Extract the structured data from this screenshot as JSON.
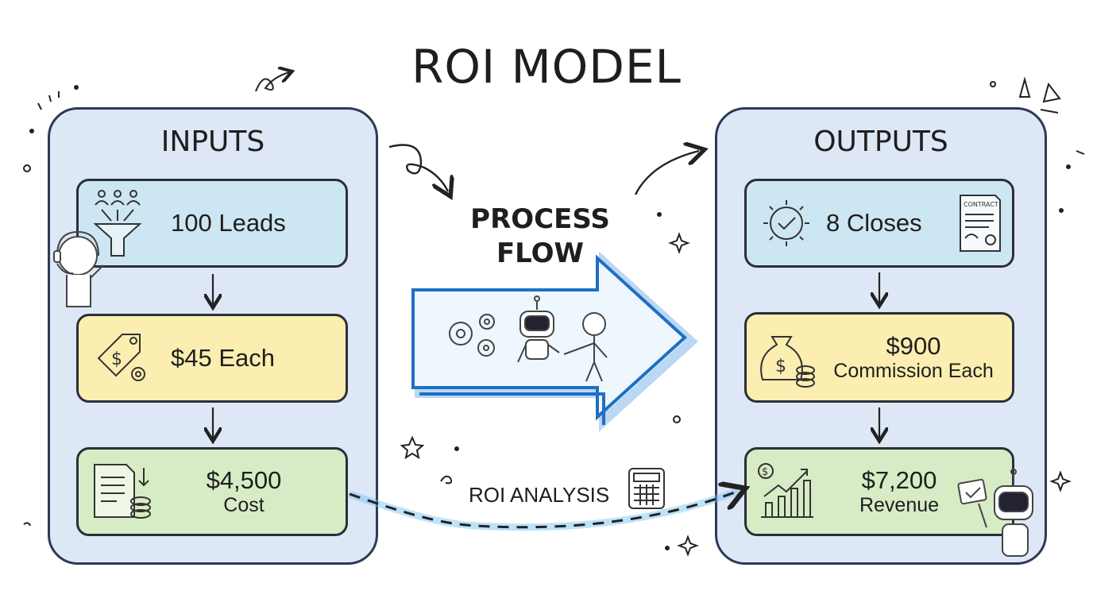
{
  "title": "ROI MODEL",
  "inputs": {
    "heading": "INPUTS",
    "leads": "100 Leads",
    "price": "$45 Each",
    "cost_amount": "$4,500",
    "cost_label": "Cost"
  },
  "process": {
    "line1": "PROCESS",
    "line2": "FLOW"
  },
  "roi_analysis": "ROI ANALYSIS",
  "outputs": {
    "heading": "OUTPUTS",
    "closes": "8 Closes",
    "commission_amount": "$900",
    "commission_label": "Commission Each",
    "revenue_amount": "$7,200",
    "revenue_label": "Revenue"
  },
  "contract_label": "CONTRACT",
  "colors": {
    "panel": "#dde7f6",
    "blue_box": "#cde6f3",
    "yellow_box": "#fbeeb0",
    "green_box": "#d7ecc5",
    "arrow_accent": "#3b8fe0"
  }
}
